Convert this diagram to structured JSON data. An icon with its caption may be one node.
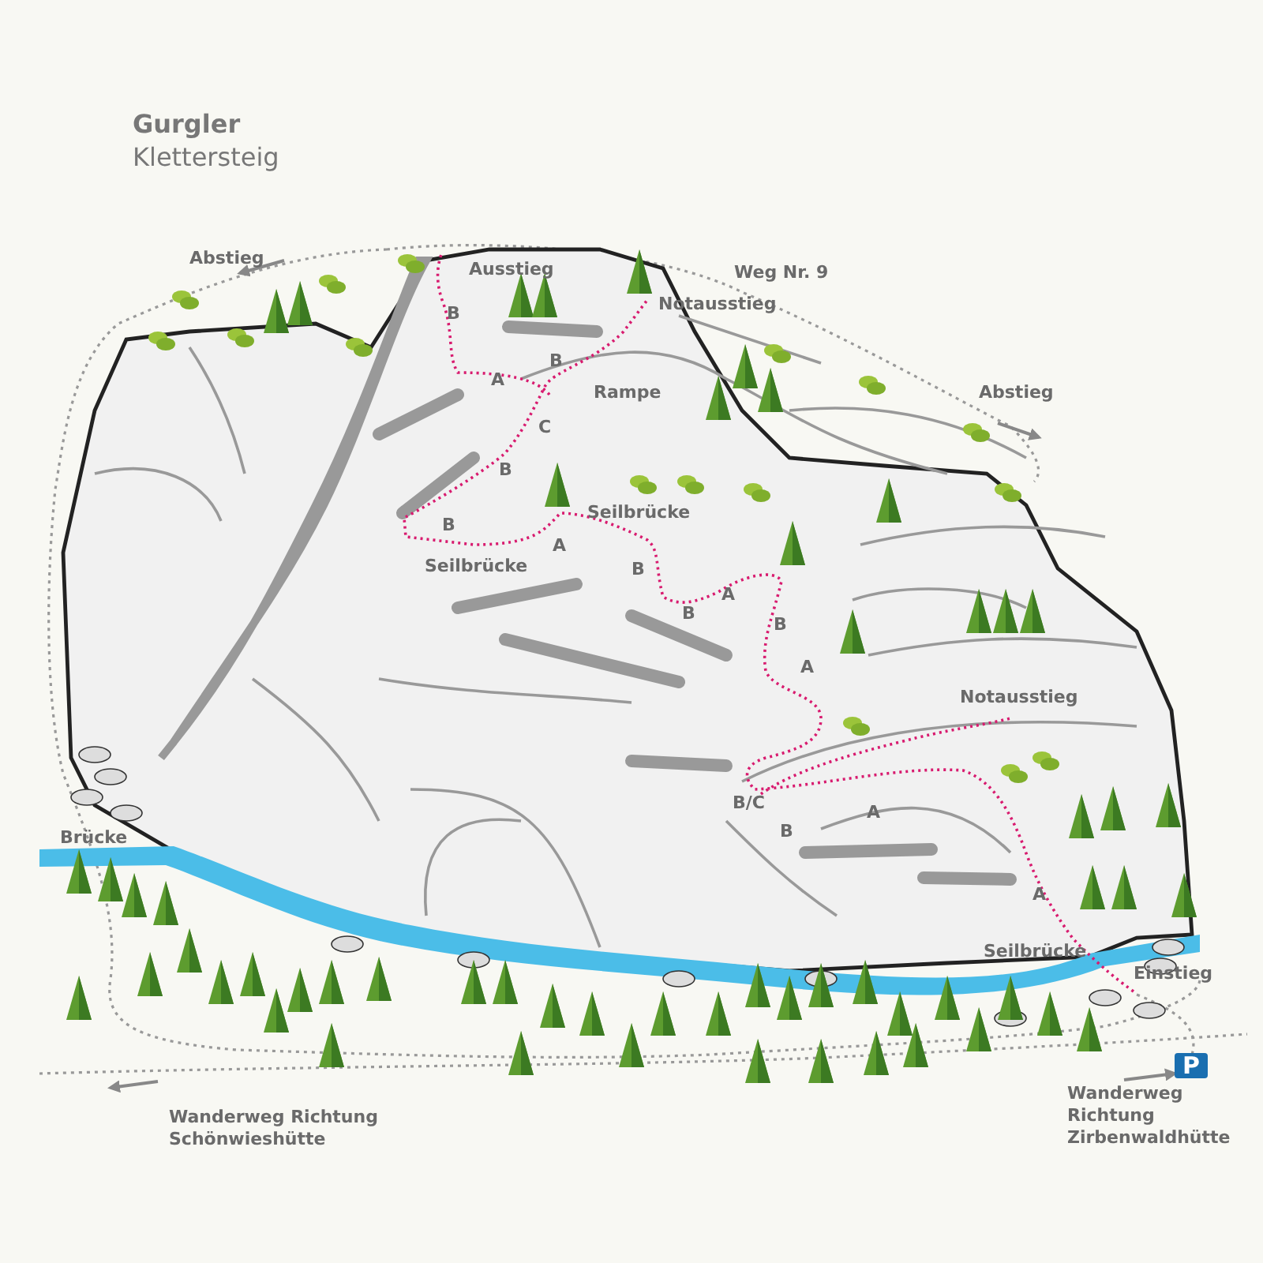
{
  "diagram": {
    "title": "**Gurgler** Klettersteig",
    "labels": [
      "Abstieg",
      "Weg Nr. 9",
      "Ausstieg",
      "B",
      "Notausstieg",
      "B",
      "A",
      "Rampe",
      "Abstieg",
      "C",
      "B",
      "Seilbrücke",
      "B",
      "A",
      "Seilbrücke",
      "B",
      "A",
      "B",
      "B",
      "A",
      "Notausstieg",
      "B/C",
      "A",
      "Brücke",
      "B",
      "A",
      "Seilbrücke",
      "Einstieg",
      "P",
      "Wanderweg Richtung Schönwieshütte",
      "Wanderweg Richtung Zirbenwaldhütte"
    ]
  }
}
